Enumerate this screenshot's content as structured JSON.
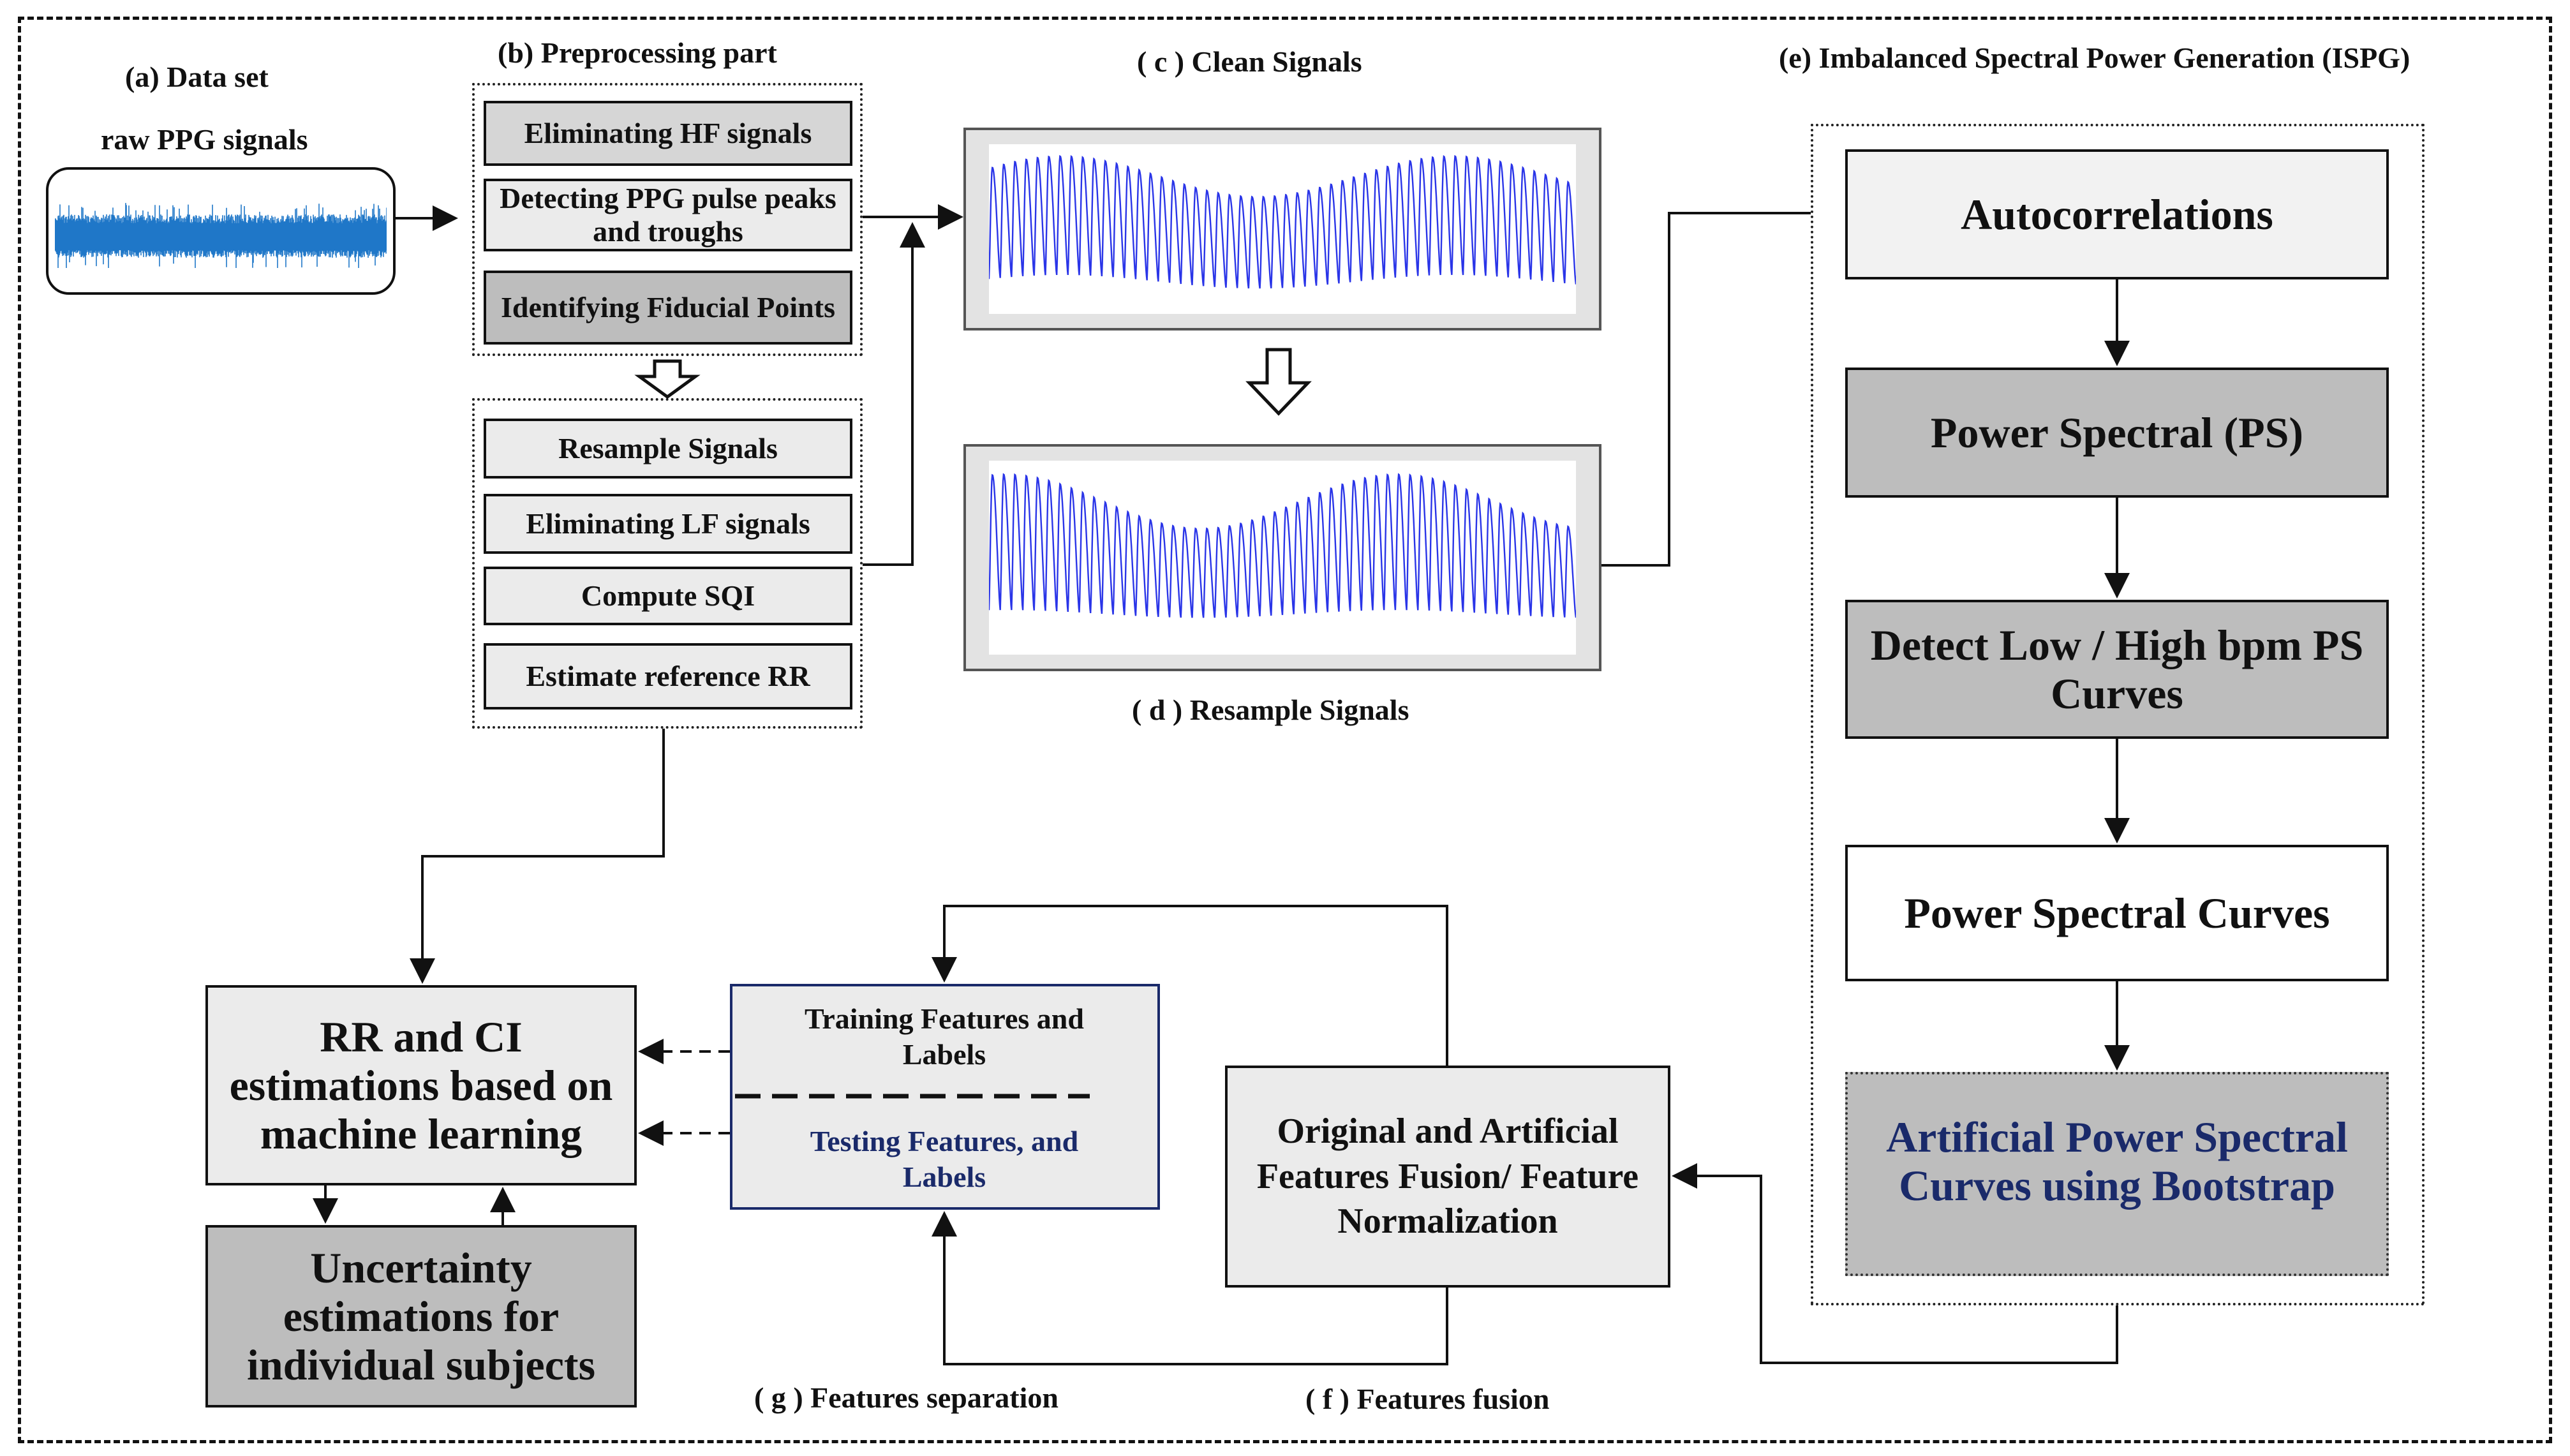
{
  "labels": {
    "dataset": "(a) Data set",
    "raw": "raw PPG signals",
    "preprocessing": "(b) Preprocessing part",
    "clean": "( c ) Clean Signals",
    "resample": "( d ) Resample Signals",
    "ispg": "(e) Imbalanced Spectral Power  Generation (ISPG)",
    "separation": "( g ) Features separation",
    "fusion": "( f ) Features fusion"
  },
  "preprocessing": {
    "hf": "Eliminating HF signals",
    "detect": "Detecting PPG pulse peaks and troughs",
    "fiducial": "Identifying Fiducial Points",
    "resample": "Resample  Signals",
    "lf": "Eliminating LF signals",
    "sqi": "Compute SQI",
    "rr": "Estimate reference RR"
  },
  "ispg": {
    "autocorr": "Autocorrelations",
    "ps": "Power Spectral (PS)",
    "detect": "Detect Low / High bpm PS Curves",
    "curves": "Power Spectral Curves",
    "artificial": "Artificial Power Spectral Curves using Bootstrap"
  },
  "ml": {
    "rr_ci": "RR and CI estimations based on machine learning",
    "uncertainty": "Uncertainty estimations for individual subjects",
    "training": "Training Features and Labels",
    "testing": "Testing Features, and Labels",
    "fusion_box": "Original and Artificial Features Fusion/ Feature Normalization"
  },
  "colors": {
    "waveform": "#2a35e8",
    "raw_signal": "#1f77c8",
    "text_navy": "#1a2a6a",
    "box_light": "#ebebeb",
    "box_dark": "#bdbdbd"
  }
}
